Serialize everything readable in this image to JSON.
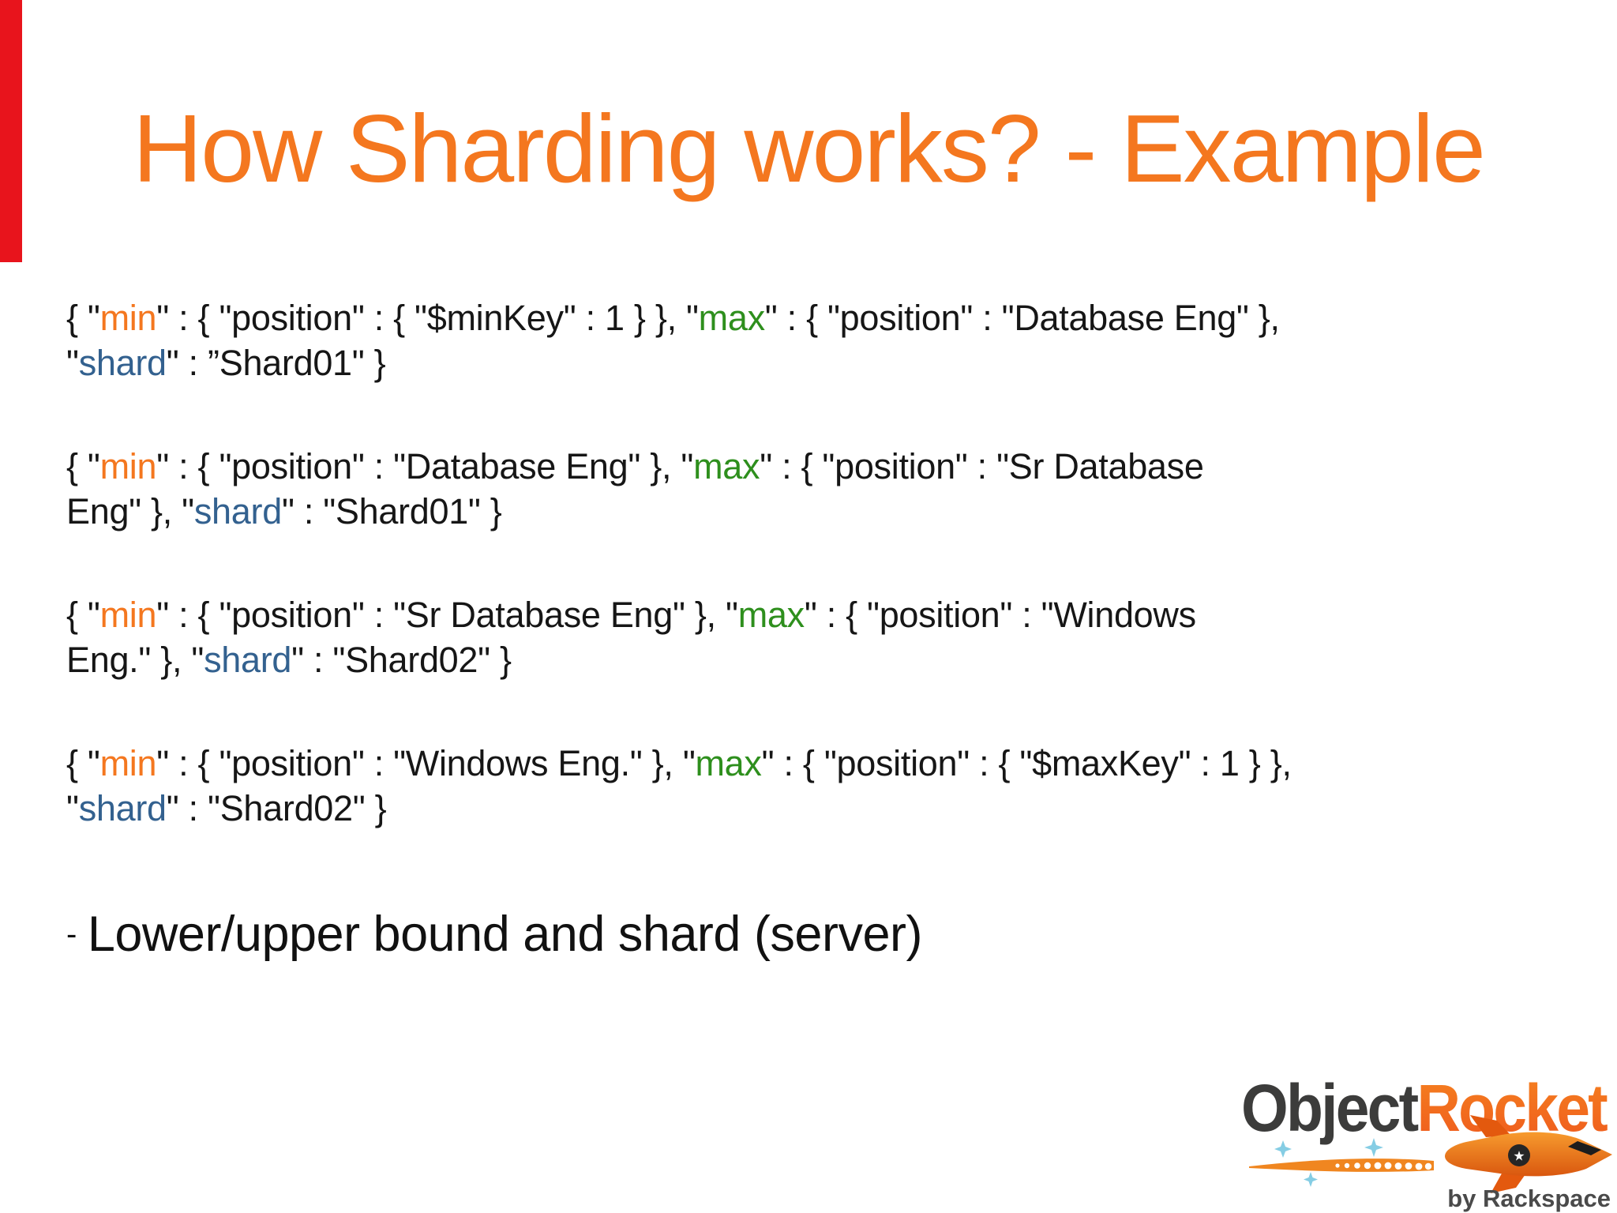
{
  "slide": {
    "title": "How Sharding works? - Example",
    "colors": {
      "accent_bar": "#e8141c",
      "title": "#f4771f",
      "token_min": "#f4771f",
      "token_max": "#2e8f1d",
      "token_shard": "#33618f",
      "body_text": "#161616",
      "logo_object": "#3c3c3b",
      "logo_rocket": "#f26a21",
      "logo_stars": "#85cde4",
      "byline": "#4a4a4a"
    },
    "code_chunks": [
      {
        "segments": [
          {
            "text": "{ \""
          },
          {
            "role": "min",
            "text": "min"
          },
          {
            "text": "\" : { \"position\" : { \"$minKey\" : 1 } }, \""
          },
          {
            "role": "max",
            "text": "max"
          },
          {
            "text": "\" : { \"position\" : \"Database Eng\" },"
          },
          {
            "br": true
          },
          {
            "text": "\""
          },
          {
            "role": "shard",
            "text": "shard"
          },
          {
            "text": "\" : ”Shard01\" }"
          }
        ]
      },
      {
        "segments": [
          {
            "text": "{ \""
          },
          {
            "role": "min",
            "text": "min"
          },
          {
            "text": "\" : { \"position\" : \"Database Eng\" }, \""
          },
          {
            "role": "max",
            "text": "max"
          },
          {
            "text": "\" : { \"position\" : \"Sr Database"
          },
          {
            "br": true
          },
          {
            "text": "Eng\" }, \""
          },
          {
            "role": "shard",
            "text": "shard"
          },
          {
            "text": "\" : \"Shard01\" }"
          }
        ]
      },
      {
        "segments": [
          {
            "text": "{ \""
          },
          {
            "role": "min",
            "text": "min"
          },
          {
            "text": "\" : { \"position\" : \"Sr Database Eng\" }, \""
          },
          {
            "role": "max",
            "text": "max"
          },
          {
            "text": "\" : { \"position\" : \"Windows"
          },
          {
            "br": true
          },
          {
            "text": "Eng.\" }, \""
          },
          {
            "role": "shard",
            "text": "shard"
          },
          {
            "text": "\" : \"Shard02\" }"
          }
        ]
      },
      {
        "segments": [
          {
            "text": "{ \""
          },
          {
            "role": "min",
            "text": "min"
          },
          {
            "text": "\" : { \"position\" : \"Windows Eng.\" }, \""
          },
          {
            "role": "max",
            "text": "max"
          },
          {
            "text": "\" : { \"position\" : { \"$maxKey\" : 1 } },"
          },
          {
            "br": true
          },
          {
            "text": "\""
          },
          {
            "role": "shard",
            "text": "shard"
          },
          {
            "text": "\" : \"Shard02\" }"
          }
        ]
      }
    ],
    "bullet": {
      "dash": "-",
      "text": "Lower/upper bound and shard (server)"
    },
    "logo": {
      "object_text": "Object",
      "rocket_text": "Rocket",
      "byline": "by Rackspace",
      "star_glyph": "★"
    }
  }
}
